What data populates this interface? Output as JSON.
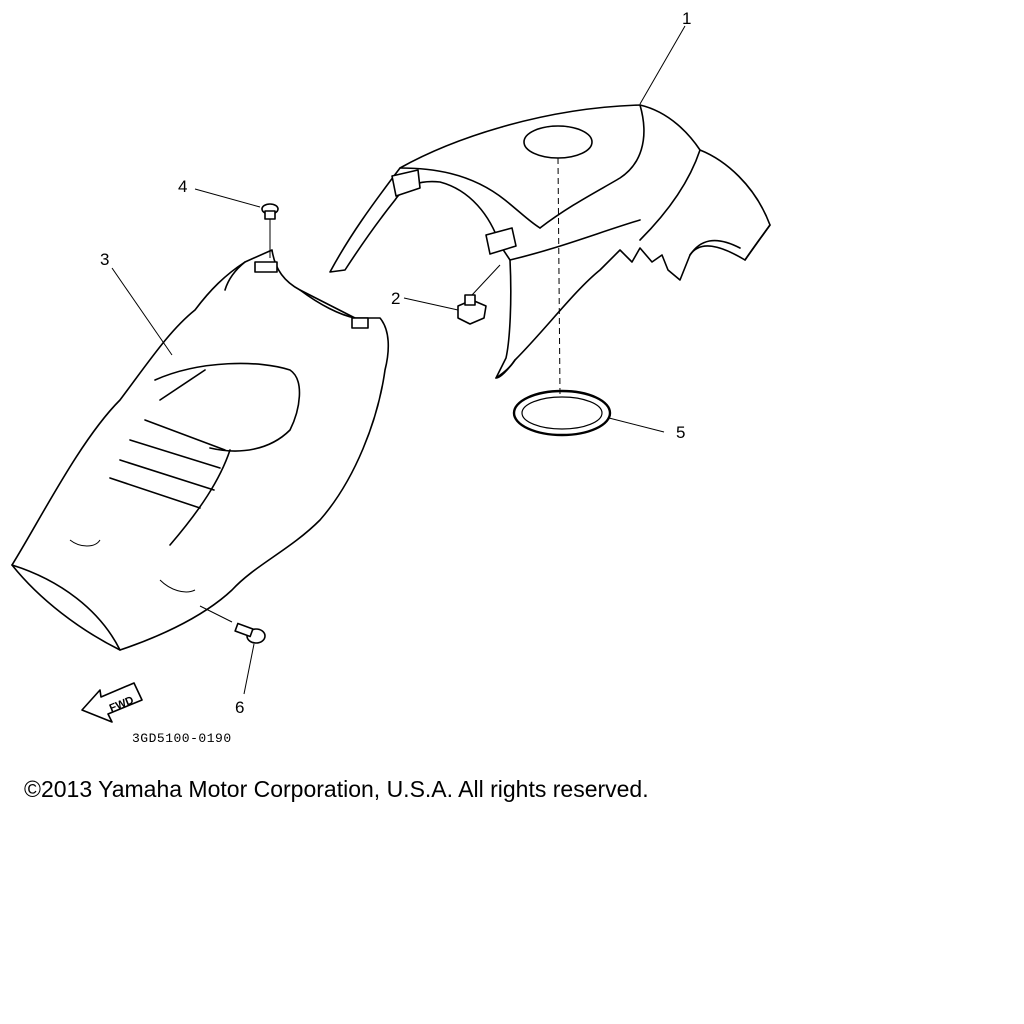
{
  "callouts": [
    "1",
    "2",
    "3",
    "4",
    "5",
    "6"
  ],
  "diagram_code": "3GD5100-0190",
  "fwd_label": "FWD",
  "copyright": "©2013 Yamaha Motor Corporation, U.S.A. All rights reserved."
}
